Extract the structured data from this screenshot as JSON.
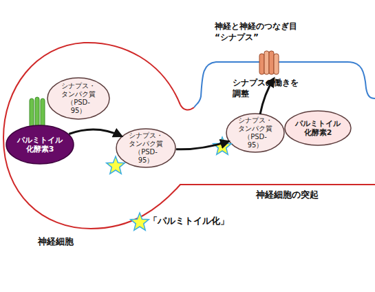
{
  "diagram": {
    "nodes": [
      {
        "text": [
          "シナプス・ タンパク質 （PSD-95）"
        ]
      },
      {
        "text": [
          "パルミトイル 化酵素3"
        ]
      },
      {
        "text": [
          "シナプス・ タンパク質 （PSD-95）"
        ]
      },
      {
        "text": [
          "シナプス・ タンパク質 （PSD-95）"
        ]
      },
      {
        "text": [
          "パルミトイル 化酵素2"
        ]
      }
    ],
    "edges": [
      {
        "from": 1,
        "to": 2,
        "arrow": "to"
      },
      {
        "from": 2,
        "to": 3,
        "arrow": "to"
      }
    ],
    "labels": [
      "神経と神経のつなぎ目 “シナプス”",
      "シナプスの働きを 調整",
      "神経細胞の突起",
      "神経細胞"
    ],
    "legend": [
      {
        "text": "「パルミトイル化」"
      }
    ]
  }
}
